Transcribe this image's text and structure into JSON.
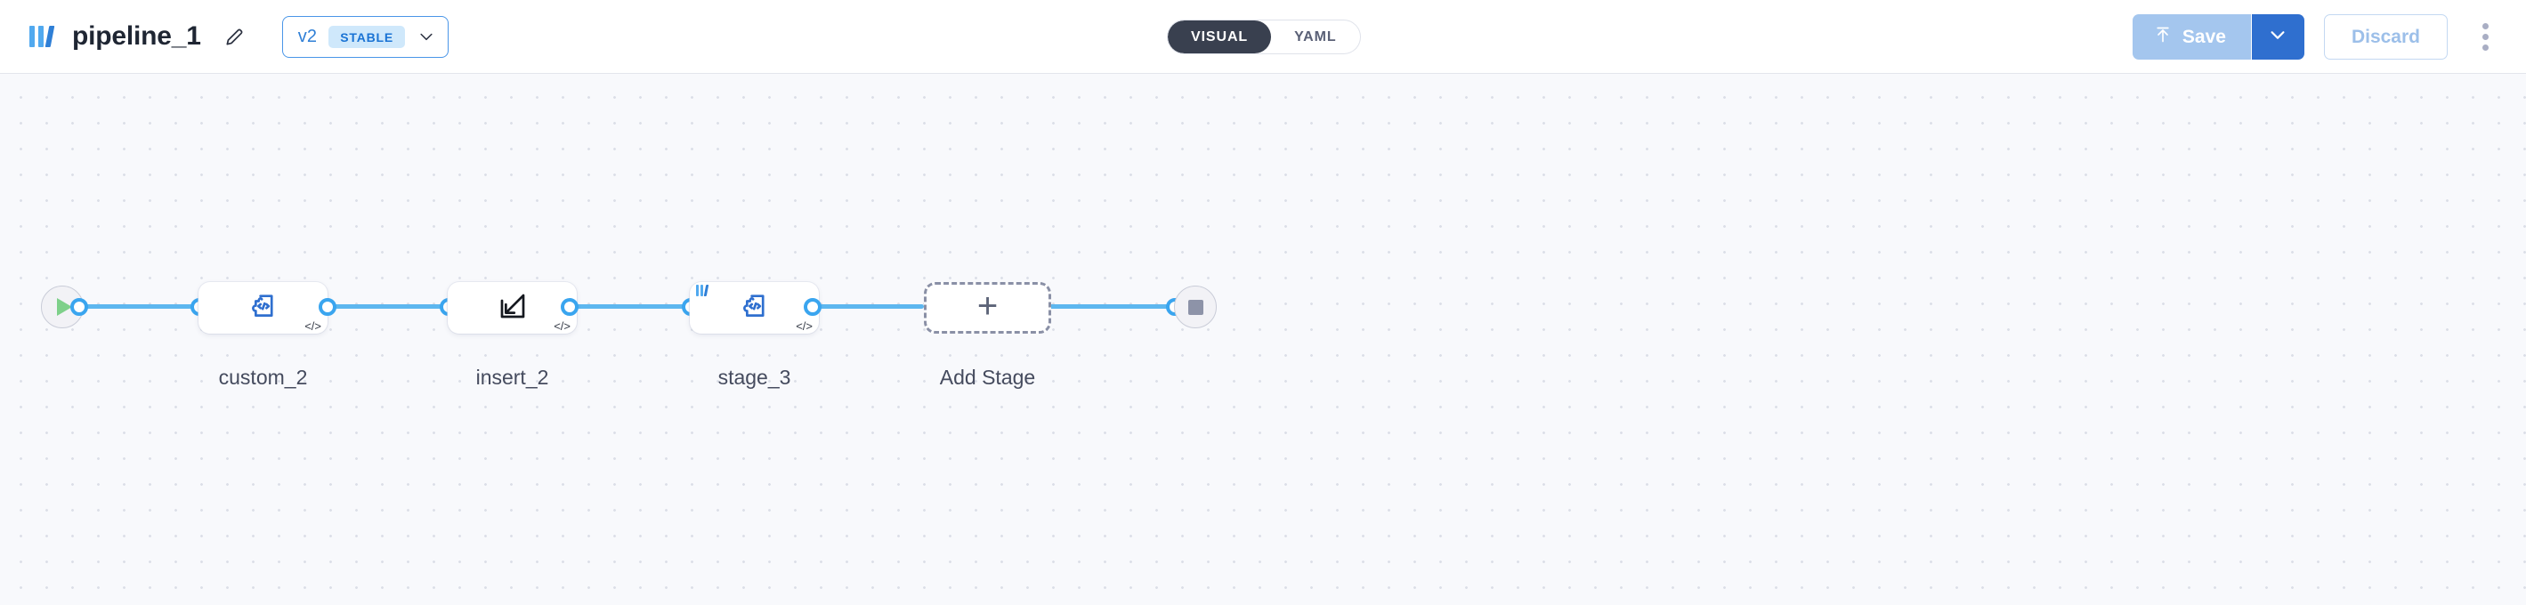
{
  "header": {
    "logo_icon": "library-bars-logo",
    "title": "pipeline_1",
    "edit_icon": "pencil-icon",
    "version": {
      "label": "v2",
      "badge": "STABLE",
      "chevron_icon": "chevron-down-icon"
    },
    "mode_toggle": {
      "options": [
        {
          "label": "VISUAL",
          "active": true
        },
        {
          "label": "YAML",
          "active": false
        }
      ]
    },
    "actions": {
      "save_label": "Save",
      "save_icon": "upload-arrow-icon",
      "save_caret_icon": "chevron-down-icon",
      "save_bg": "#a4c6ee",
      "save_caret_bg": "#2f6fcf",
      "discard_label": "Discard",
      "discard_color": "#9cbfe9",
      "overflow_icon": "kebab-menu-icon"
    }
  },
  "canvas": {
    "background": "#f8f9fc",
    "wire_color": "#5db7ef",
    "start_node": {
      "icon": "play-icon",
      "color": "#7ed08a"
    },
    "end_node": {
      "icon": "stop-square-icon",
      "color": "#8d93a8"
    },
    "stages": [
      {
        "label": "custom_2",
        "icon": "custom-code-puzzle-icon",
        "badge": "</>",
        "has_brand_mark": false
      },
      {
        "label": "insert_2",
        "icon": "insert-arrow-box-icon",
        "badge": "</>",
        "has_brand_mark": false
      },
      {
        "label": "stage_3",
        "icon": "custom-code-puzzle-icon",
        "badge": "</>",
        "has_brand_mark": true
      }
    ],
    "add_stage": {
      "label": "Add Stage",
      "icon": "plus-icon"
    }
  }
}
